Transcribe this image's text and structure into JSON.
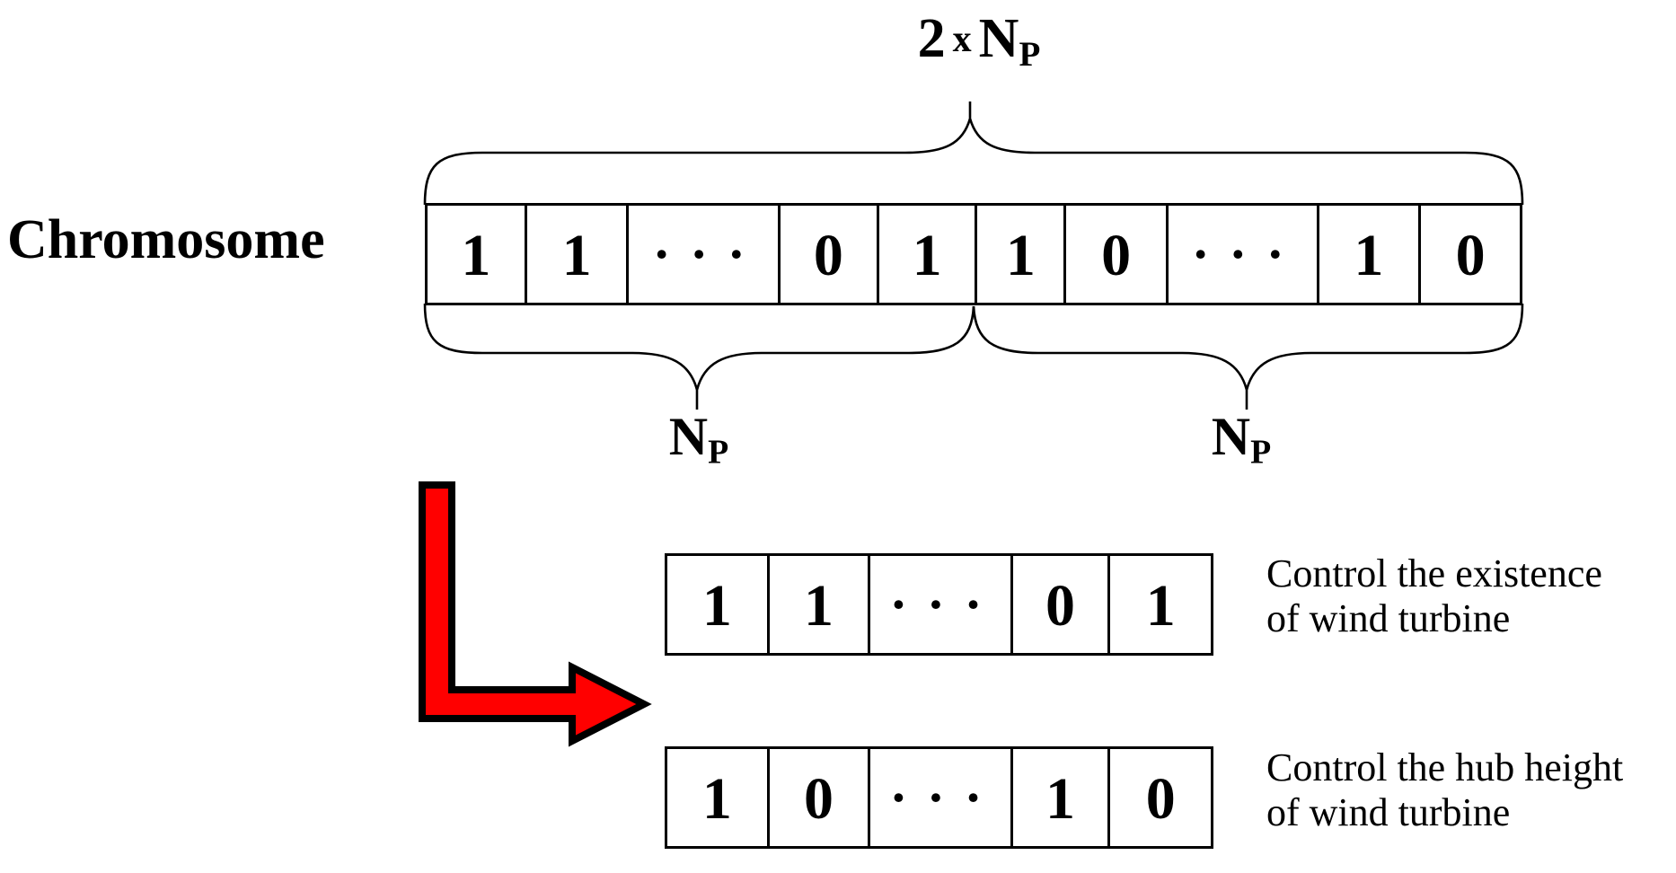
{
  "labels": {
    "chromosome": "Chromosome",
    "total_length": {
      "factor": "2",
      "times": "x",
      "symbol": "N",
      "subscript": "P"
    },
    "np_left": {
      "symbol": "N",
      "subscript": "P"
    },
    "np_right": {
      "symbol": "N",
      "subscript": "P"
    }
  },
  "chromosome_row": {
    "cells": [
      "1",
      "1",
      "• • •",
      "0",
      "1",
      "1",
      "0",
      "• • •",
      "1",
      "0"
    ]
  },
  "existence_row": {
    "cells": [
      "1",
      "1",
      "• • •",
      "0",
      "1"
    ],
    "caption": [
      "Control the existence",
      "of wind turbine"
    ]
  },
  "hub_height_row": {
    "cells": [
      "1",
      "0",
      "• • •",
      "1",
      "0"
    ],
    "caption": [
      "Control the hub height",
      "of wind turbine"
    ]
  },
  "colors": {
    "line": "#000000",
    "arrow_fill": "#ff0000",
    "arrow_outline": "#000000",
    "background": "#ffffff"
  }
}
